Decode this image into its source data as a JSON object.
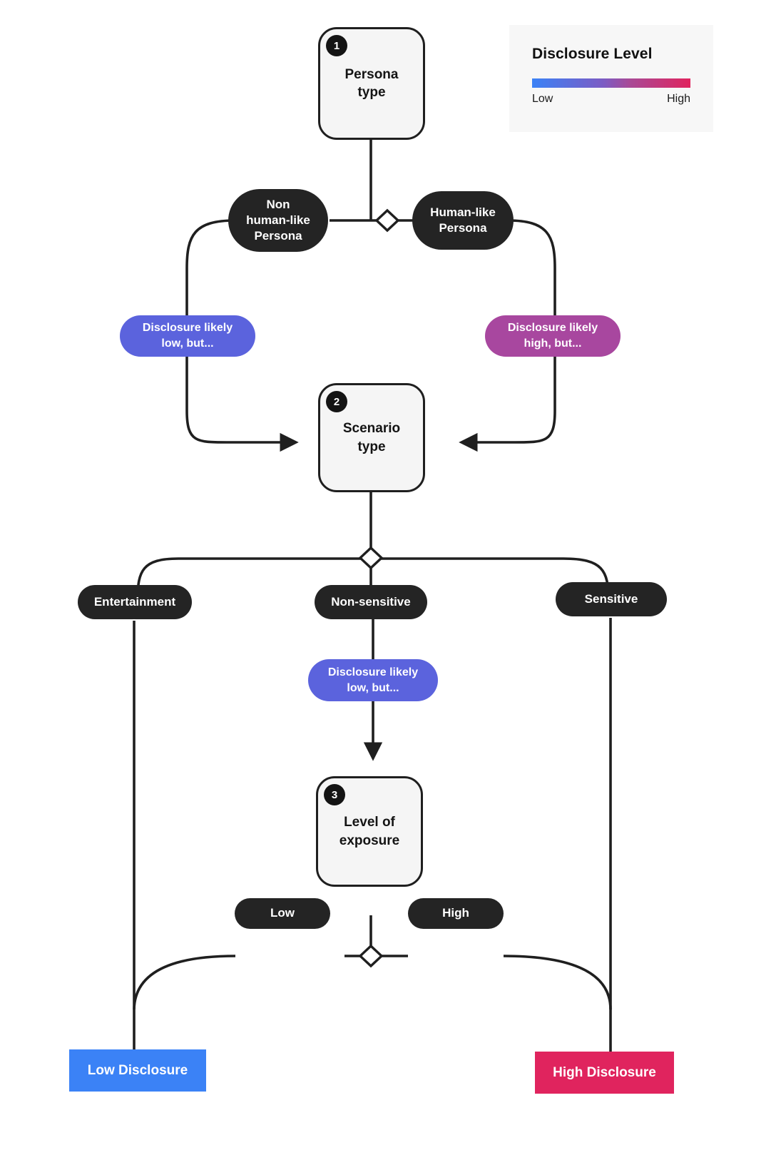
{
  "legend": {
    "title": "Disclosure Level",
    "low_label": "Low",
    "high_label": "High",
    "gradient_low_color": "#3b82f6",
    "gradient_mid_color": "#a94a96",
    "gradient_high_color": "#e0245e"
  },
  "nodes": {
    "persona_type": {
      "number": "1",
      "label": "Persona\ntype"
    },
    "scenario_type": {
      "number": "2",
      "label": "Scenario\ntype"
    },
    "level_of_exposure": {
      "number": "3",
      "label": "Level of\nexposure"
    }
  },
  "options": {
    "non_human_like_persona": "Non\nhuman-like\nPersona",
    "human_like_persona": "Human-like\nPersona",
    "entertainment": "Entertainment",
    "non_sensitive": "Non-sensitive",
    "sensitive": "Sensitive",
    "exposure_low": "Low",
    "exposure_high": "High"
  },
  "annotations": {
    "non_human_note": {
      "text": "Disclosure likely\nlow, but...",
      "color": "#5b63dd"
    },
    "human_note": {
      "text": "Disclosure likely\nhigh, but...",
      "color": "#a8479f"
    },
    "non_sensitive_note": {
      "text": "Disclosure likely\nlow, but...",
      "color": "#5b63dd"
    }
  },
  "outcomes": {
    "low": {
      "label": "Low Disclosure",
      "color": "#3b82f6"
    },
    "high": {
      "label": "High Disclosure",
      "color": "#e0245e"
    }
  },
  "edge_color": "#1f1f1f"
}
